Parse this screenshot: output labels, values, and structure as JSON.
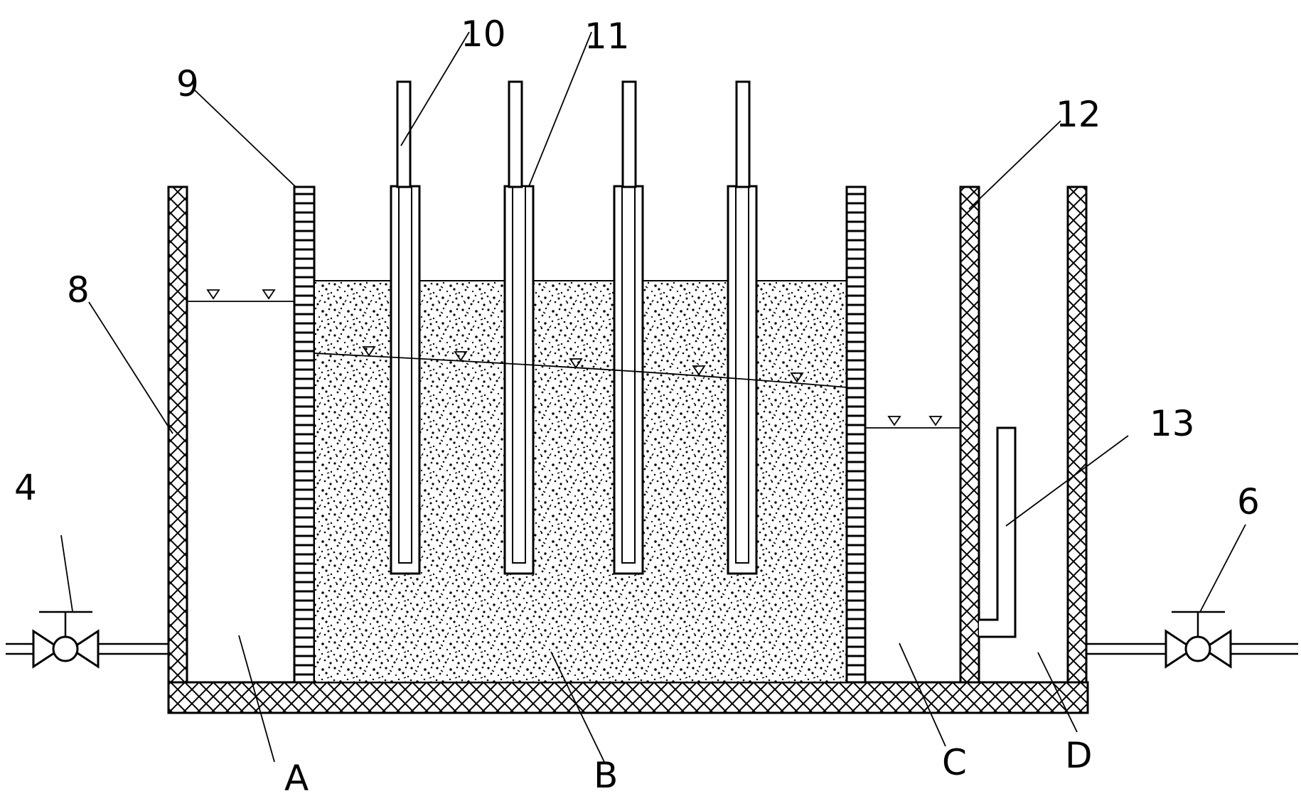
{
  "diagram": {
    "callouts": [
      {
        "id": "4",
        "text": "4"
      },
      {
        "id": "6",
        "text": "6"
      },
      {
        "id": "8",
        "text": "8"
      },
      {
        "id": "9",
        "text": "9"
      },
      {
        "id": "10",
        "text": "10"
      },
      {
        "id": "11",
        "text": "11"
      },
      {
        "id": "12",
        "text": "12"
      },
      {
        "id": "13",
        "text": "13"
      }
    ],
    "zones": [
      {
        "id": "A",
        "text": "A"
      },
      {
        "id": "B",
        "text": "B"
      },
      {
        "id": "C",
        "text": "C"
      },
      {
        "id": "D",
        "text": "D"
      }
    ]
  }
}
